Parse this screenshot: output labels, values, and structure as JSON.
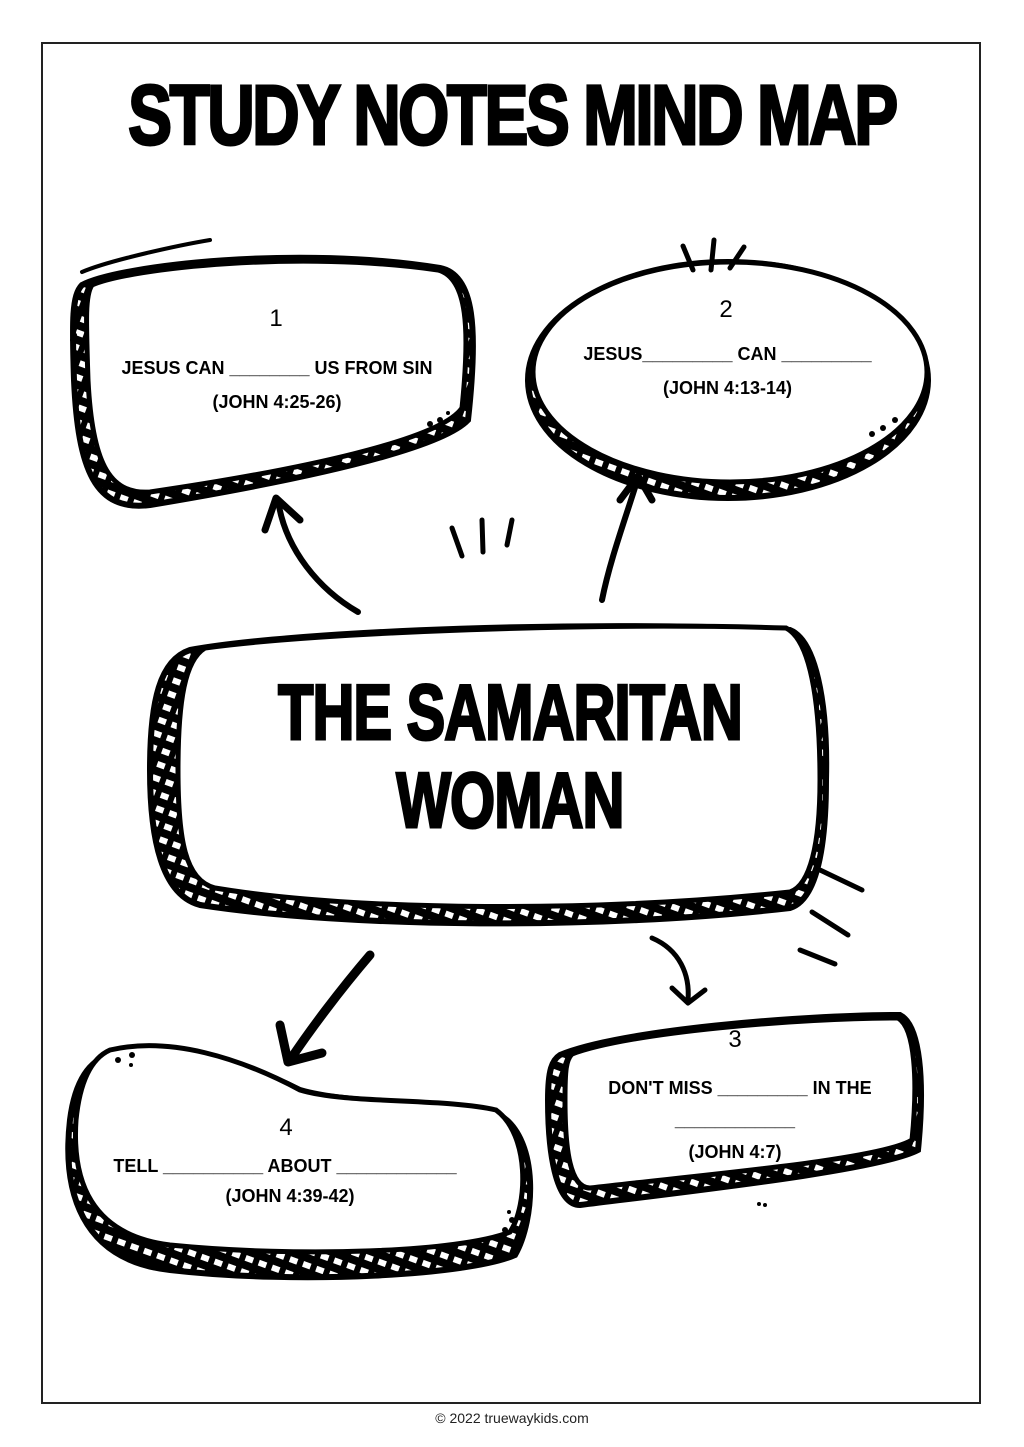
{
  "page": {
    "title": "STUDY NOTES MIND MAP",
    "center_topic": [
      "THE SAMARITAN",
      "WOMAN"
    ],
    "footer": "© 2022 truewaykids.com"
  },
  "nodes": [
    {
      "number": "1",
      "prompt": "JESUS CAN ________ US FROM SIN",
      "reference": "(JOHN 4:25-26)"
    },
    {
      "number": "2",
      "prompt": "JESUS_________ CAN _________",
      "reference": "(JOHN 4:13-14)"
    },
    {
      "number": "3",
      "prompt": "DON'T MISS _________ IN THE",
      "prompt_line2": "____________",
      "reference": "(JOHN 4:7)"
    },
    {
      "number": "4",
      "prompt": "TELL __________ ABOUT ____________",
      "reference": "(JOHN 4:39-42)"
    }
  ]
}
